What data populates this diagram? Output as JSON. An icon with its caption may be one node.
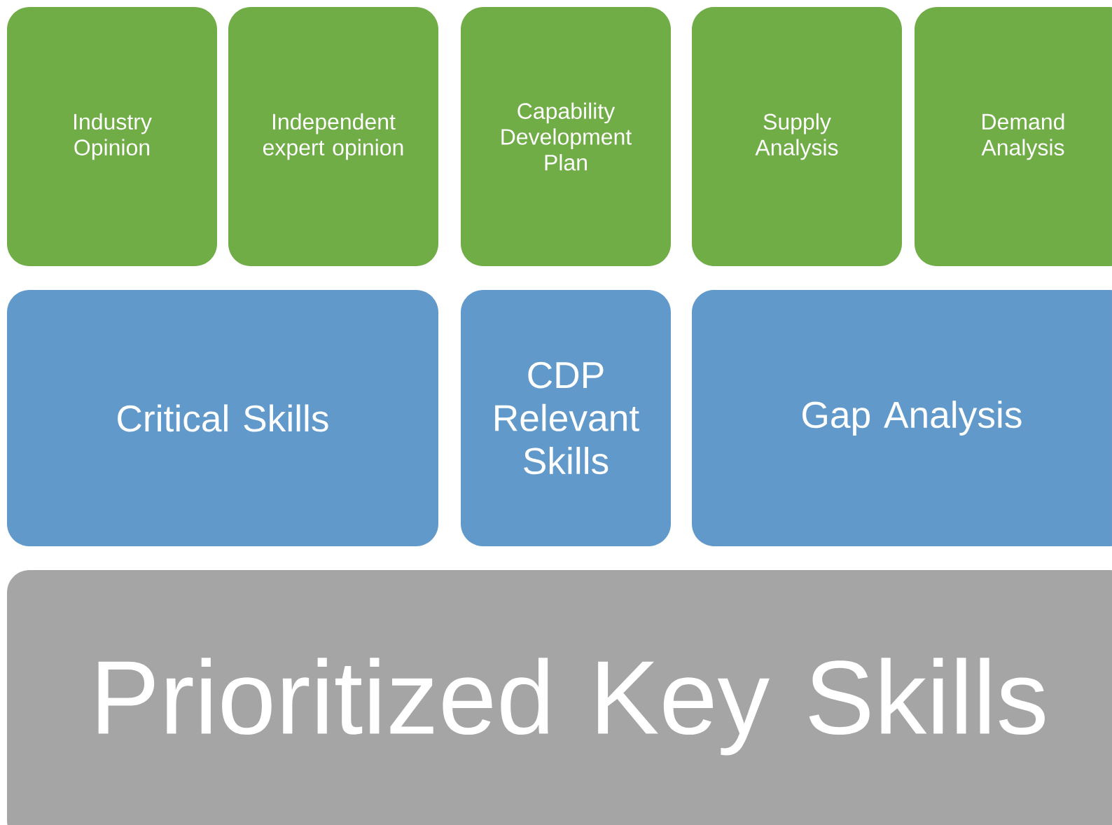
{
  "diagram": {
    "nodes": [
      {
        "text": [
          "Industry Opinion"
        ]
      },
      {
        "text": [
          "Independent expert opinion"
        ]
      },
      {
        "text": [
          "Capability Development Plan"
        ]
      },
      {
        "text": [
          "Supply Analysis"
        ]
      },
      {
        "text": [
          "Demand Analysis"
        ]
      },
      {
        "text": [
          "Critical Skills"
        ]
      },
      {
        "text": [
          "CDP Relevant Skills"
        ]
      },
      {
        "text": [
          "Gap Analysis"
        ]
      },
      {
        "text": [
          "Prioritized Key Skills"
        ]
      }
    ]
  }
}
